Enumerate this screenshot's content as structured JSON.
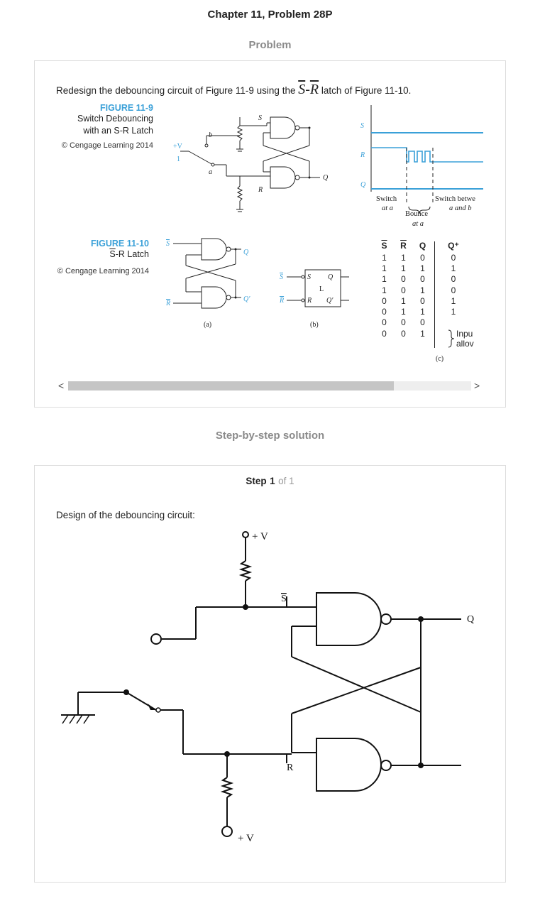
{
  "header": {
    "chapter_title": "Chapter 11, Problem 28P",
    "problem_heading": "Problem",
    "solution_heading": "Step-by-step solution"
  },
  "problem": {
    "text_before": "Redesign the debouncing circuit of Figure 11-9 using the ",
    "latch_s": "S",
    "latch_dash": "-",
    "latch_r": "R",
    "text_after": " latch of Figure 11-10.",
    "fig9": {
      "number": "FIGURE 11-9",
      "desc_line1": "Switch Debouncing",
      "desc_line2": "with an S-R Latch",
      "copyright": "© Cengage Learning 2014",
      "labels": {
        "s": "S",
        "r": "R",
        "q": "Q",
        "b": "b",
        "a": "a",
        "v": "+V",
        "one": "1"
      },
      "timing": {
        "s": "S",
        "r": "R",
        "q": "Q",
        "switch_a": "Switch",
        "switch_a2": "at a",
        "bounce": "Bounce",
        "bounce2": "at a",
        "switch_between": "Switch betwe",
        "switch_between2": "a and b"
      }
    },
    "fig10": {
      "number": "FIGURE 11-10",
      "desc_s": "S",
      "desc_rest": "-R Latch",
      "desc_r": "R",
      "copyright": "© Cengage Learning 2014",
      "sub_a": "(a)",
      "sub_b": "(b)",
      "sub_c": "(c)",
      "gate_labels": {
        "s": "S",
        "r": "R",
        "q": "Q",
        "qp": "Q′",
        "l": "L"
      },
      "table": {
        "headers": [
          "S",
          "R",
          "Q",
          "Q⁺"
        ],
        "rows": [
          [
            "1",
            "1",
            "0",
            "0"
          ],
          [
            "1",
            "1",
            "1",
            "1"
          ],
          [
            "1",
            "0",
            "0",
            "0"
          ],
          [
            "1",
            "0",
            "1",
            "0"
          ],
          [
            "0",
            "1",
            "0",
            "1"
          ],
          [
            "0",
            "1",
            "1",
            "1"
          ],
          [
            "0",
            "0",
            "0",
            ""
          ],
          [
            "0",
            "0",
            "1",
            ""
          ]
        ],
        "note_line1": "Inpu",
        "note_line2": "allov"
      }
    },
    "scroll_left": "<",
    "scroll_right": ">"
  },
  "step": {
    "label": "Step",
    "number": "1",
    "of_text": "of 1",
    "text": "Design of the debouncing circuit:",
    "diagram": {
      "v_top": "+ V",
      "v_bottom": "+ V",
      "s_bar": "S",
      "r_bar": "R",
      "q": "Q"
    }
  },
  "colors": {
    "accent_blue": "#3aa0d8",
    "muted_heading": "#8a8a8a"
  }
}
